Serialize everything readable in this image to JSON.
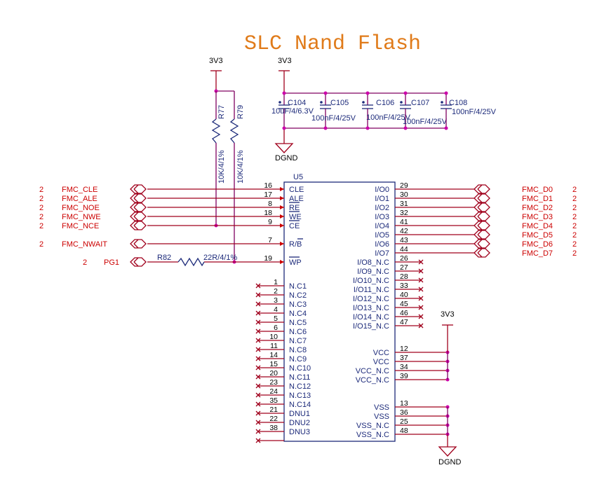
{
  "title": "SLC Nand Flash",
  "power": {
    "3v3_left": "3V3",
    "3v3_mid": "3V3",
    "3v3_right": "3V3",
    "dgnd_top": "DGND",
    "dgnd_bottom": "DGND"
  },
  "resistors": {
    "r77": {
      "ref": "R77",
      "value": "10K/4/1%"
    },
    "r79": {
      "ref": "R79",
      "value": "10K/4/1%"
    },
    "r82": {
      "ref": "R82",
      "value": "22R/4/1%"
    }
  },
  "capacitors": [
    {
      "ref": "C104",
      "value": "10uF/4/6.3V"
    },
    {
      "ref": "C105",
      "value": "100nF/4/25V"
    },
    {
      "ref": "C106",
      "value": "100nF/4/25V"
    },
    {
      "ref": "C107",
      "value": "100nF/4/25V"
    },
    {
      "ref": "C108",
      "value": "100nF/4/25V"
    }
  ],
  "ic": {
    "ref": "U5"
  },
  "left_pins": [
    {
      "num": "16",
      "name": "CLE",
      "net": "FMC_CLE",
      "sheet": "2"
    },
    {
      "num": "17",
      "name": "ALE",
      "net": "FMC_ALE",
      "sheet": "2"
    },
    {
      "num": "8",
      "name": "RE",
      "net": "FMC_NOE",
      "sheet": "2"
    },
    {
      "num": "18",
      "name": "WE",
      "net": "FMC_NWE",
      "sheet": "2"
    },
    {
      "num": "9",
      "name": "CE",
      "net": "FMC_NCE",
      "sheet": "2"
    },
    {
      "num": "7",
      "name": "R/B",
      "net": "FMC_NWAIT",
      "sheet": "2"
    },
    {
      "num": "19",
      "name": "WP",
      "net": "PG1",
      "sheet": "2"
    }
  ],
  "nc_pins": [
    {
      "num": "1",
      "name": ""
    },
    {
      "num": "2",
      "name": "N.C1"
    },
    {
      "num": "3",
      "name": "N.C2"
    },
    {
      "num": "4",
      "name": "N.C3"
    },
    {
      "num": "5",
      "name": "N.C4"
    },
    {
      "num": "6",
      "name": "N.C5"
    },
    {
      "num": "10",
      "name": "N.C6"
    },
    {
      "num": "11",
      "name": "N.C7"
    },
    {
      "num": "14",
      "name": "N.C8"
    },
    {
      "num": "15",
      "name": "N.C9"
    },
    {
      "num": "20",
      "name": "N.C10"
    },
    {
      "num": "23",
      "name": "N.C11"
    },
    {
      "num": "24",
      "name": "N.C12"
    },
    {
      "num": "35",
      "name": "N.C13"
    },
    {
      "num": "21",
      "name": "N.C14"
    },
    {
      "num": "22",
      "name": "DNU1"
    },
    {
      "num": "38",
      "name": "DNU2"
    },
    {
      "num": "",
      "name": "DNU3"
    }
  ],
  "io_pins": [
    {
      "num": "29",
      "name": "I/O0",
      "net": "FMC_D0",
      "sheet": "2"
    },
    {
      "num": "30",
      "name": "I/O1",
      "net": "FMC_D1",
      "sheet": "2"
    },
    {
      "num": "31",
      "name": "I/O2",
      "net": "FMC_D2",
      "sheet": "2"
    },
    {
      "num": "32",
      "name": "I/O3",
      "net": "FMC_D3",
      "sheet": "2"
    },
    {
      "num": "41",
      "name": "I/O4",
      "net": "FMC_D4",
      "sheet": "2"
    },
    {
      "num": "42",
      "name": "I/O5",
      "net": "FMC_D5",
      "sheet": "2"
    },
    {
      "num": "43",
      "name": "I/O6",
      "net": "FMC_D6",
      "sheet": "2"
    },
    {
      "num": "44",
      "name": "I/O7",
      "net": "FMC_D7",
      "sheet": "2"
    }
  ],
  "io_nc_pins": [
    {
      "num": "26",
      "name": "I/O8_N.C"
    },
    {
      "num": "27",
      "name": "I/O9_N.C"
    },
    {
      "num": "28",
      "name": "I/O10_N.C"
    },
    {
      "num": "33",
      "name": "I/O11_N.C"
    },
    {
      "num": "40",
      "name": "I/O12_N.C"
    },
    {
      "num": "45",
      "name": "I/O13_N.C"
    },
    {
      "num": "46",
      "name": "I/O14_N.C"
    },
    {
      "num": "47",
      "name": "I/O15_N.C"
    }
  ],
  "vcc_pins": [
    {
      "num": "12",
      "name": "VCC"
    },
    {
      "num": "37",
      "name": "VCC"
    },
    {
      "num": "34",
      "name": "VCC_N.C"
    },
    {
      "num": "39",
      "name": "VCC_N.C"
    }
  ],
  "vss_pins": [
    {
      "num": "13",
      "name": "VSS"
    },
    {
      "num": "36",
      "name": "VSS"
    },
    {
      "num": "25",
      "name": "VSS_N.C"
    },
    {
      "num": "48",
      "name": "VSS_N.C"
    }
  ],
  "colors": {
    "wire": "#a0001c",
    "bus": "#800060",
    "component": "#1c2a7a",
    "net_label": "#cc0000",
    "title": "#e07b1a"
  }
}
